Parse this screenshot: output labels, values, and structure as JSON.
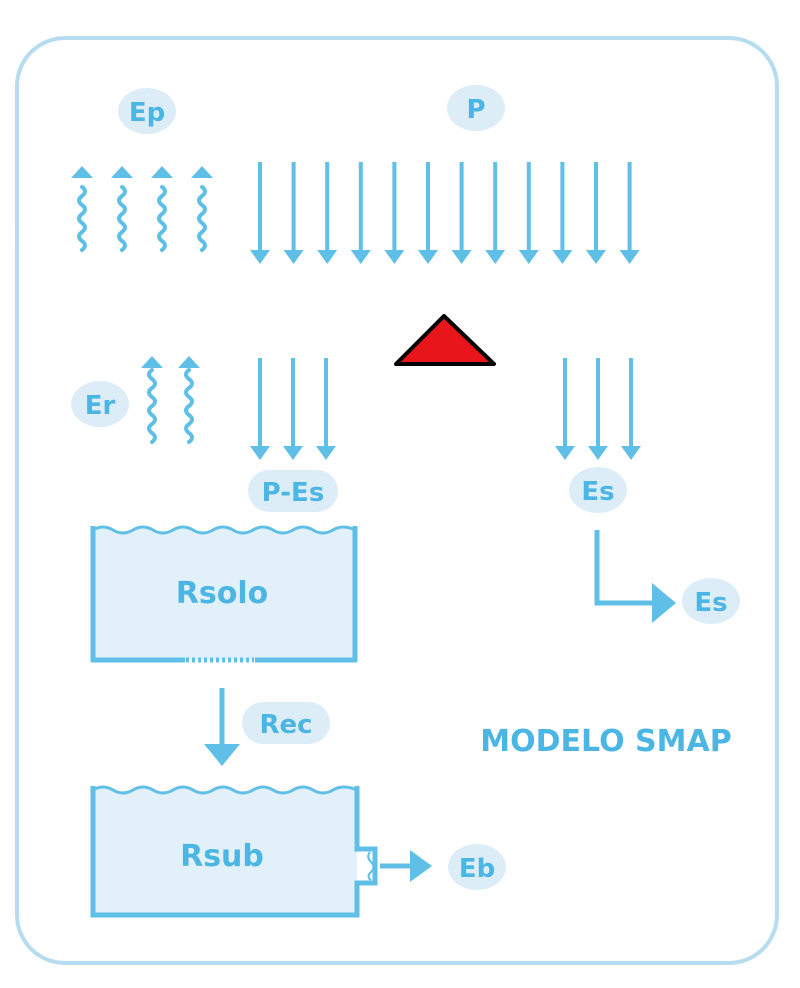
{
  "colors": {
    "frame": "#b6dcef",
    "line": "#5fbfe6",
    "label_bg": "#dcedf8",
    "label_text": "#4bb6e3",
    "box_fill": "#e2f0f9",
    "triangle": "#e8161b",
    "triangle_outline": "#000000"
  },
  "labels": {
    "ep": "Ep",
    "p": "P",
    "er": "Er",
    "p_es": "P-Es",
    "es": "Es",
    "es_out": "Es",
    "rsolo": "Rsolo",
    "rec": "Rec",
    "rsub": "Rsub",
    "eb": "Eb",
    "title": "MODELO SMAP"
  },
  "icons": {
    "wavy_arrow": "wavy-up-arrow",
    "down_arrow": "straight-down-arrow",
    "triangle": "red-triangle"
  }
}
